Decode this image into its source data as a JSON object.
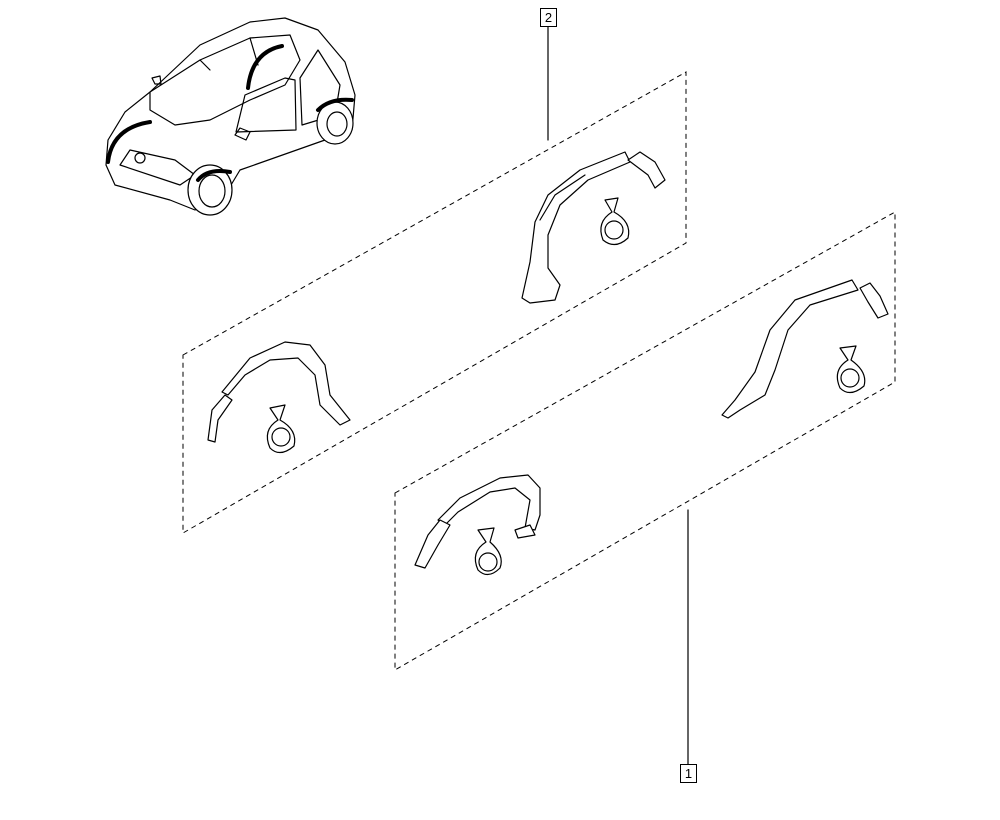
{
  "diagram": {
    "callouts": [
      {
        "id": "callout-2",
        "label": "2"
      },
      {
        "id": "callout-1",
        "label": "1"
      }
    ]
  }
}
